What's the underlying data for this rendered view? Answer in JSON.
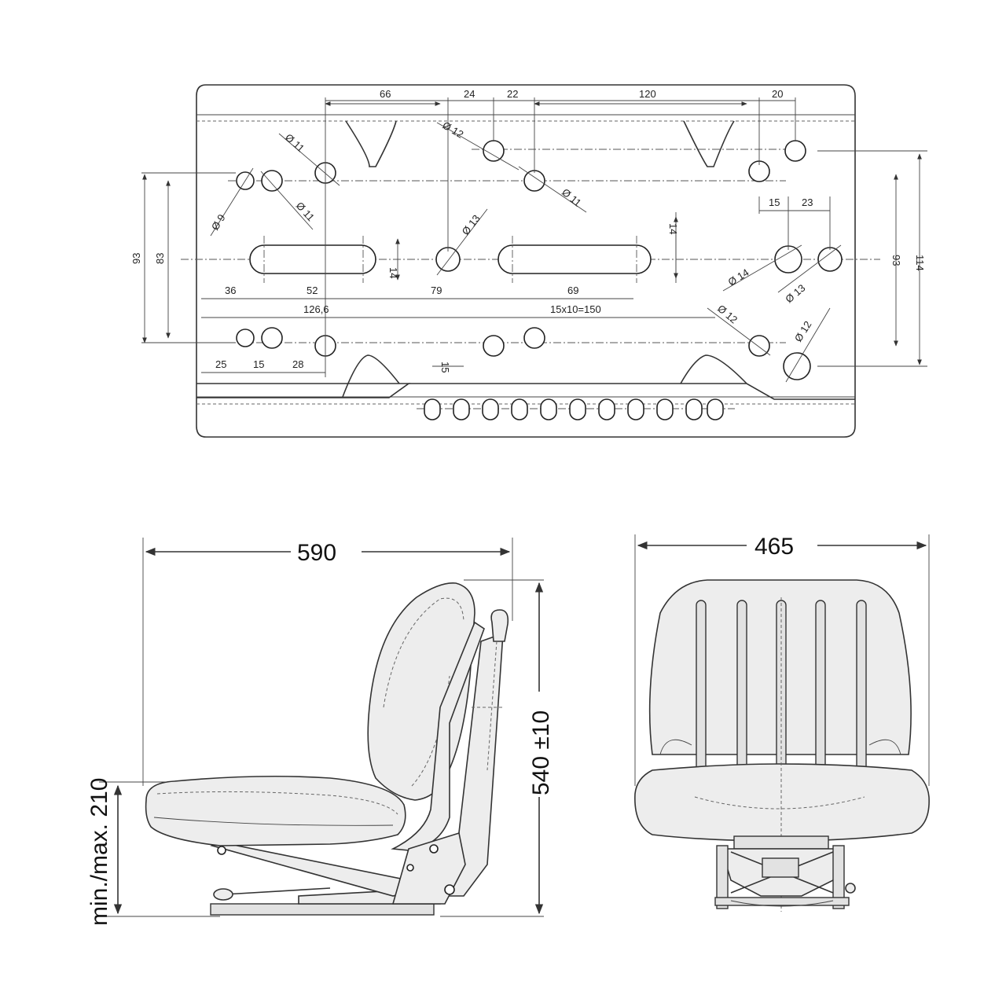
{
  "plate": {
    "top_dims": [
      "66",
      "24",
      "22",
      "120",
      "20"
    ],
    "diameters": [
      "Ø 11",
      "Ø 12",
      "Ø 9",
      "Ø 11",
      "Ø 11",
      "Ø 13",
      "Ø 14",
      "Ø 13",
      "Ø 12",
      "Ø 12"
    ],
    "slot_width": "14",
    "slot_width_2": "14",
    "left_heights": [
      "93",
      "83"
    ],
    "right_heights": [
      "93",
      "114"
    ],
    "right_dims": [
      "15",
      "23"
    ],
    "row_dims": [
      "36",
      "52",
      "79",
      "69"
    ],
    "row2_dims": [
      "126,6",
      "15x10=150"
    ],
    "bottom_dims": [
      "25",
      "15",
      "28",
      "15"
    ]
  },
  "side_view": {
    "width": "590",
    "height": "540 ±10",
    "travel": "min./max. 210"
  },
  "front_view": {
    "width": "465"
  }
}
